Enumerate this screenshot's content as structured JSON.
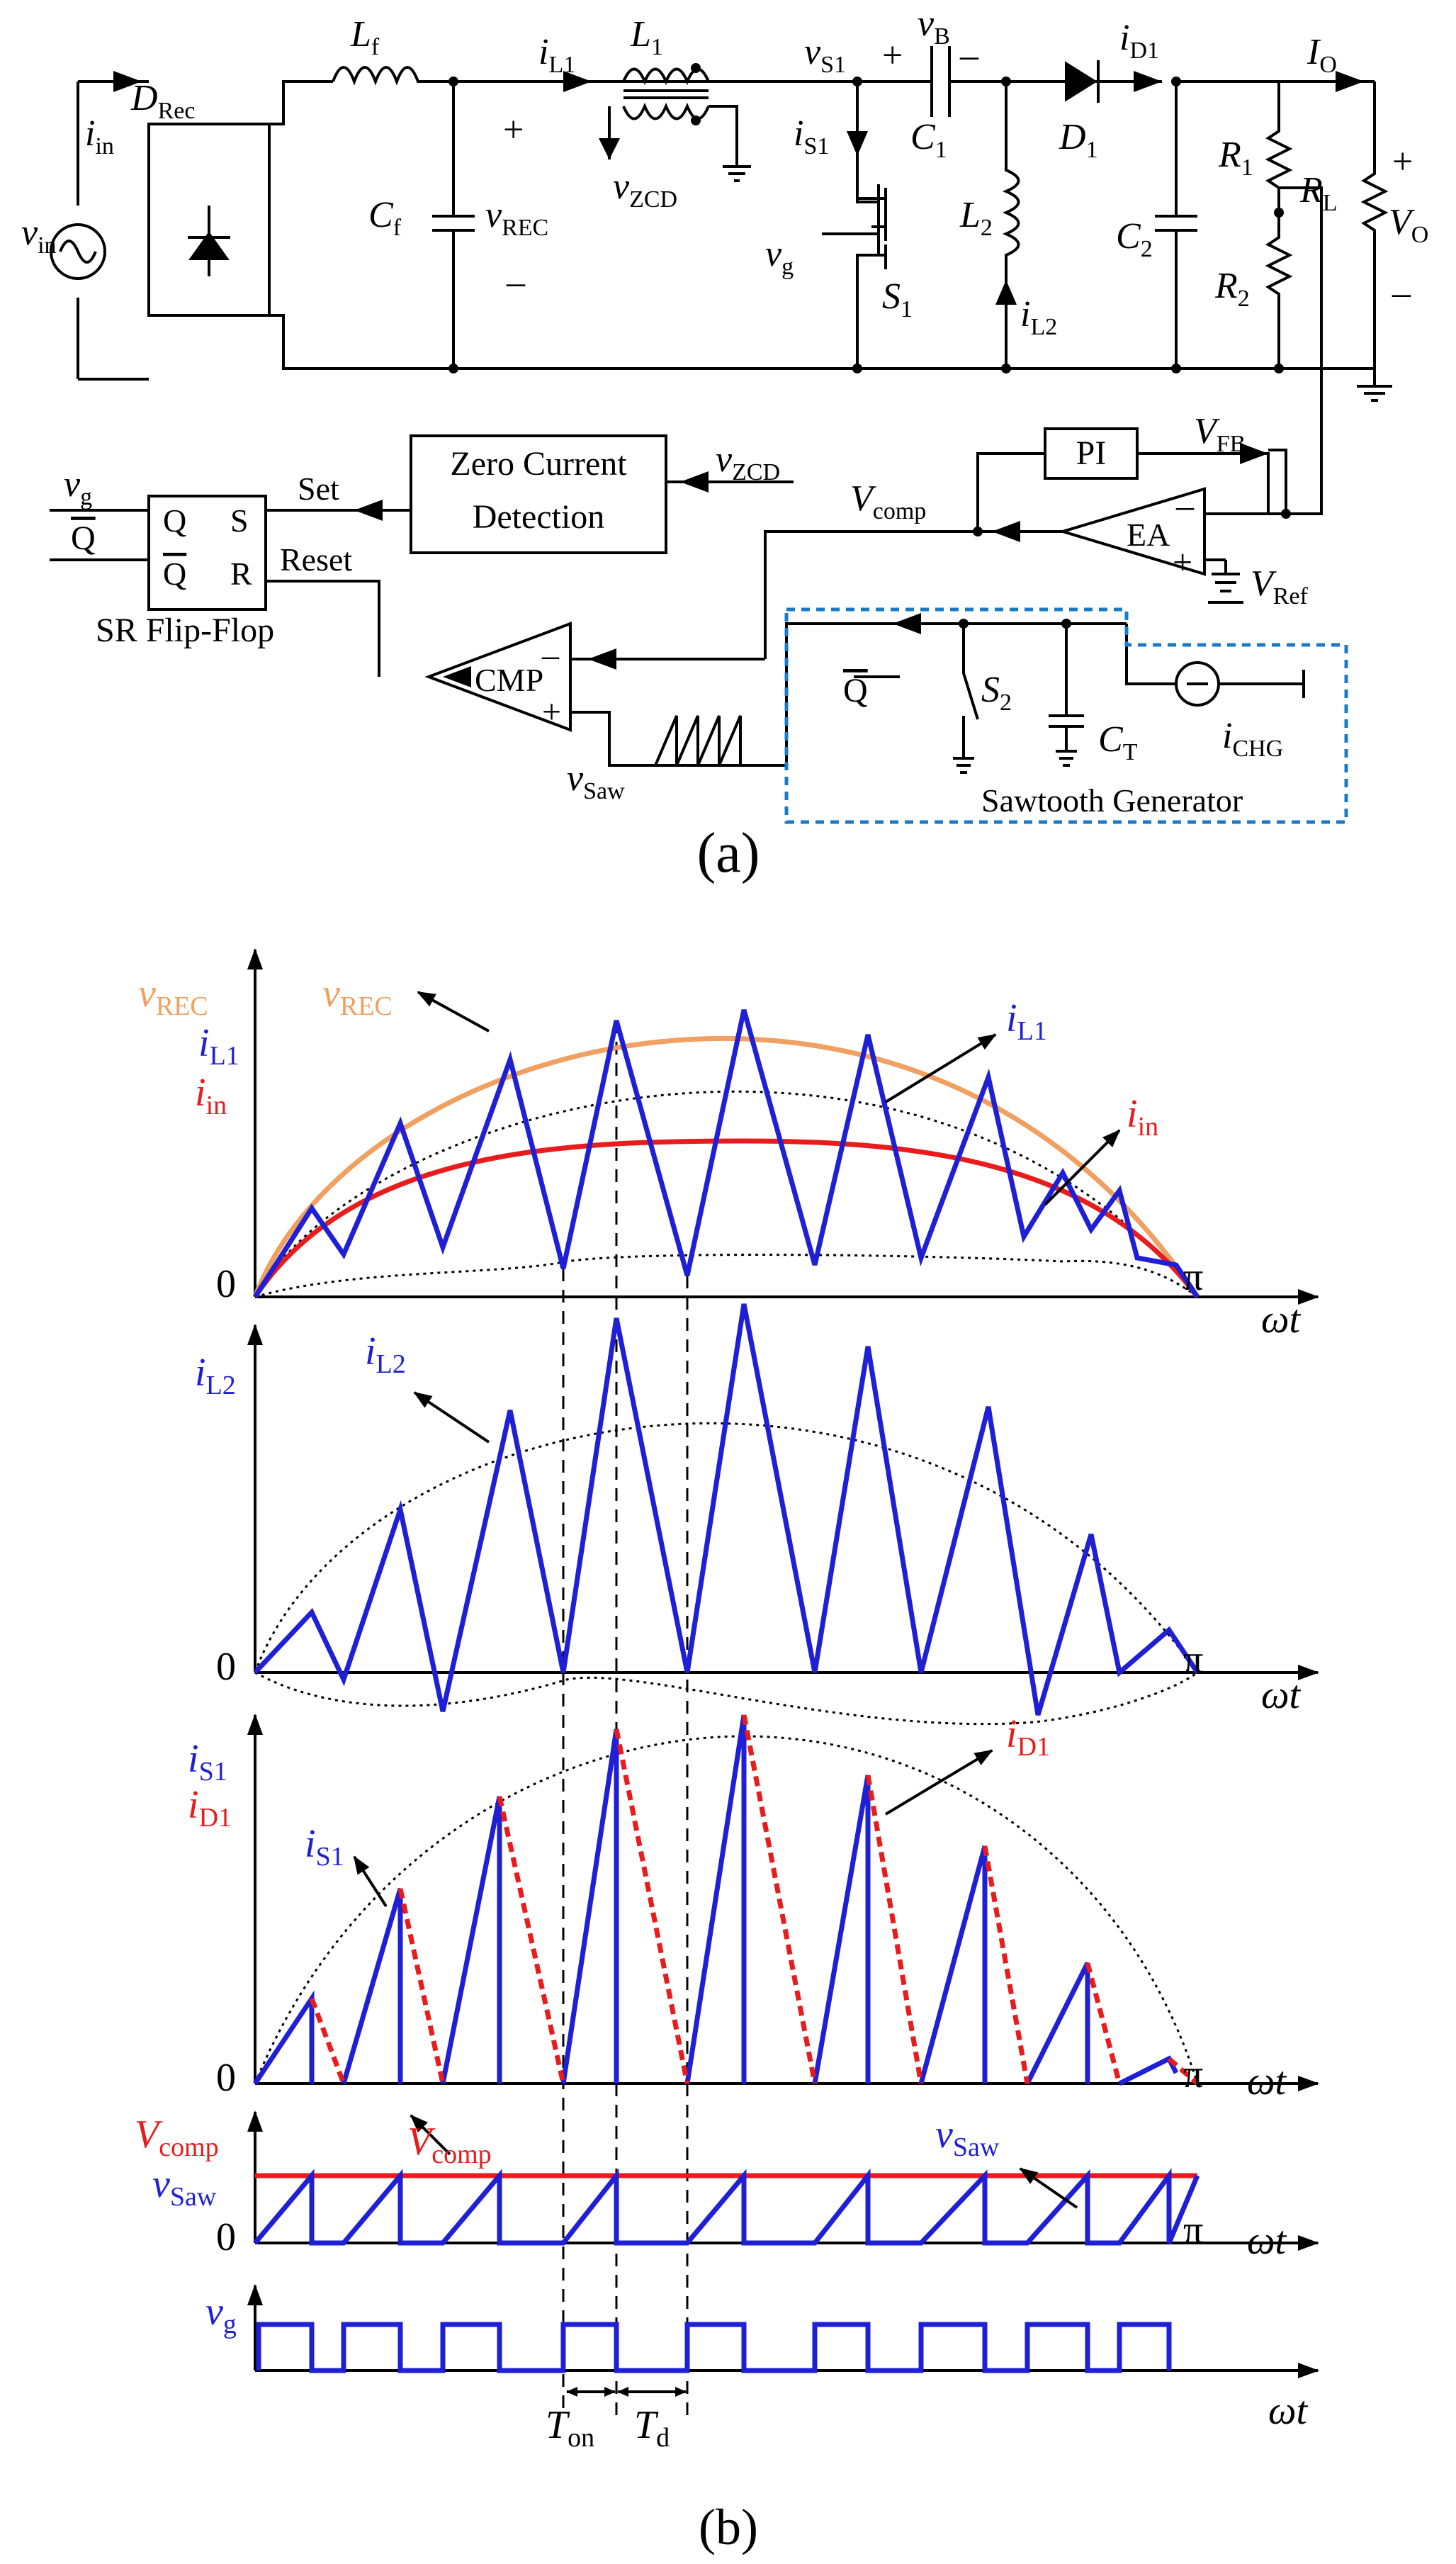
{
  "captions": {
    "a": "(a)",
    "b": "(b)"
  },
  "circuit": {
    "source": {
      "v": "v",
      "sub": "in"
    },
    "input_current": {
      "v": "i",
      "sub": "in"
    },
    "rectifier": {
      "v": "D",
      "sub": "Rec"
    },
    "filter_inductor": {
      "v": "L",
      "sub": "f"
    },
    "filter_cap": {
      "v": "C",
      "sub": "f"
    },
    "v_rec": {
      "v": "v",
      "sub": "REC"
    },
    "plus": "+",
    "minus": "–",
    "i_L1": {
      "v": "i",
      "sub": "L1"
    },
    "L1": {
      "v": "L",
      "sub": "1"
    },
    "v_zcd": {
      "v": "v",
      "sub": "ZCD"
    },
    "v_s1": {
      "v": "v",
      "sub": "S1"
    },
    "i_s1": {
      "v": "i",
      "sub": "S1"
    },
    "v_g": {
      "v": "v",
      "sub": "g"
    },
    "S1": {
      "v": "S",
      "sub": "1"
    },
    "v_B": {
      "v": "v",
      "sub": "B"
    },
    "C1": {
      "v": "C",
      "sub": "1"
    },
    "L2": {
      "v": "L",
      "sub": "2"
    },
    "i_L2": {
      "v": "i",
      "sub": "L2"
    },
    "D1": {
      "v": "D",
      "sub": "1"
    },
    "i_D1": {
      "v": "i",
      "sub": "D1"
    },
    "C2": {
      "v": "C",
      "sub": "2"
    },
    "I_O": {
      "v": "I",
      "sub": "O"
    },
    "R1": {
      "v": "R",
      "sub": "1"
    },
    "R2": {
      "v": "R",
      "sub": "2"
    },
    "R_L": {
      "v": "R",
      "sub": "L"
    },
    "V_O": {
      "v": "V",
      "sub": "O"
    },
    "zcd_line1": "Zero Current",
    "zcd_line2": "Detection",
    "pi": "PI",
    "V_FB": {
      "v": "V",
      "sub": "FB"
    },
    "V_comp": {
      "v": "V",
      "sub": "comp"
    },
    "ea": "EA",
    "V_ref": {
      "v": "V",
      "sub": "Ref"
    },
    "set": "Set",
    "reset": "Reset",
    "ff_Q": "Q",
    "ff_S": "S",
    "ff_R": "R",
    "sr_flipflop": "SR Flip-Flop",
    "cmp": "CMP",
    "v_saw": {
      "v": "v",
      "sub": "Saw"
    },
    "S2": {
      "v": "S",
      "sub": "2"
    },
    "C_T": {
      "v": "C",
      "sub": "T"
    },
    "i_chg": {
      "v": "i",
      "sub": "CHG"
    },
    "sawtooth_generator": "Sawtooth Generator"
  },
  "waveforms": {
    "axis": {
      "zero": "0",
      "pi": "π",
      "omega_t": "ωt"
    },
    "panel1": {
      "ylabels": [
        {
          "v": "v",
          "sub": "REC",
          "color": "#f0a060"
        },
        {
          "v": "i",
          "sub": "L1",
          "color": "#1f1fd6"
        },
        {
          "v": "i",
          "sub": "in",
          "color": "#e81c1c"
        }
      ],
      "annotations": [
        {
          "v": "v",
          "sub": "REC",
          "color": "#f0a060"
        },
        {
          "v": "i",
          "sub": "L1",
          "color": "#1f1fd6"
        },
        {
          "v": "i",
          "sub": "in",
          "color": "#e81c1c"
        }
      ]
    },
    "panel2": {
      "ylabel": {
        "v": "i",
        "sub": "L2",
        "color": "#1f1fd6"
      },
      "annotation": {
        "v": "i",
        "sub": "L2",
        "color": "#1f1fd6"
      }
    },
    "panel3": {
      "ylabels": [
        {
          "v": "i",
          "sub": "S1",
          "color": "#1f1fd6"
        },
        {
          "v": "i",
          "sub": "D1",
          "color": "#e81c1c"
        }
      ],
      "annotations": [
        {
          "v": "i",
          "sub": "S1",
          "color": "#1f1fd6"
        },
        {
          "v": "i",
          "sub": "D1",
          "color": "#e81c1c"
        }
      ]
    },
    "panel4": {
      "ylabels": [
        {
          "v": "V",
          "sub": "comp",
          "color": "#e81c1c"
        },
        {
          "v": "v",
          "sub": "Saw",
          "color": "#1f1fd6"
        }
      ],
      "annotations": [
        {
          "v": "V",
          "sub": "comp",
          "color": "#e81c1c"
        },
        {
          "v": "v",
          "sub": "Saw",
          "color": "#1f1fd6"
        }
      ]
    },
    "panel5": {
      "ylabel": {
        "v": "v",
        "sub": "g",
        "color": "#1f1fd6"
      }
    },
    "T_on": {
      "v": "T",
      "sub": "on"
    },
    "T_d": {
      "v": "T",
      "sub": "d"
    }
  },
  "colors": {
    "blue": "#1f1fd6",
    "red": "#e81c1c",
    "orange": "#f0a060",
    "dashed_box": "#1a7ac8",
    "black": "#000000"
  }
}
